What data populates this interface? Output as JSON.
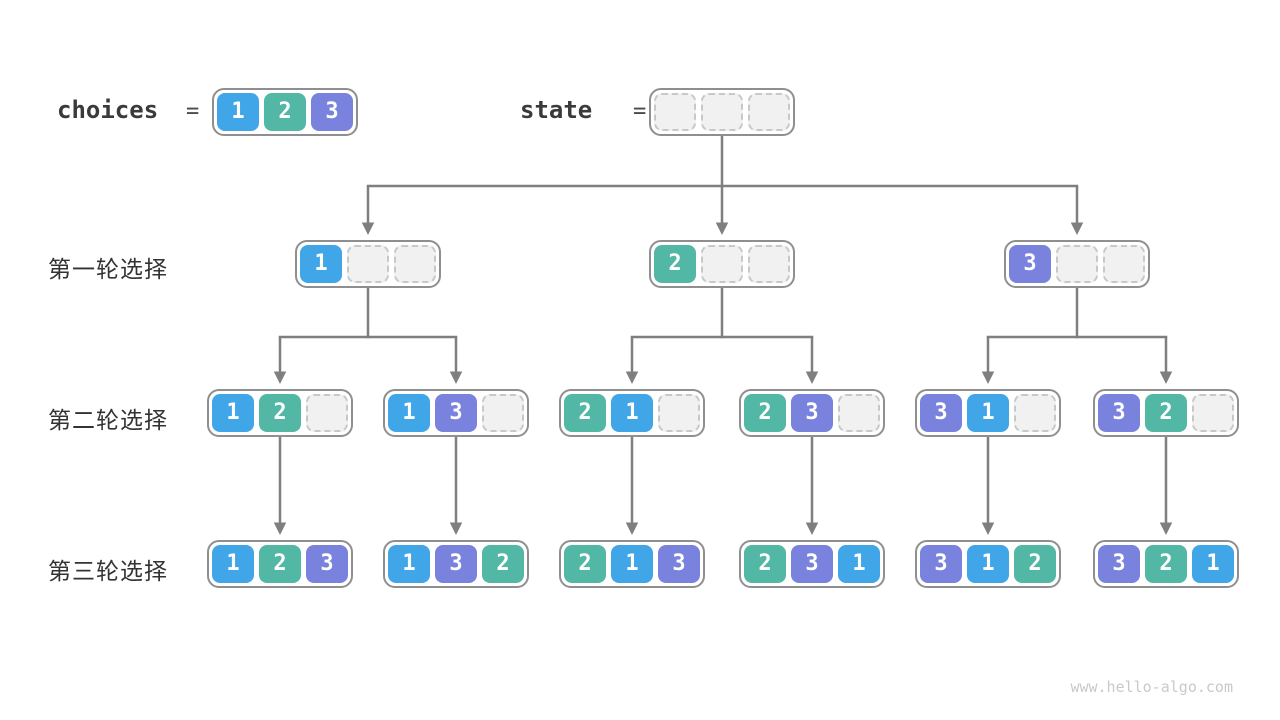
{
  "header": {
    "choices_label": "choices",
    "state_label": "state",
    "equals": "=",
    "choices_cells": [
      "1",
      "2",
      "3"
    ],
    "state_cells": [
      "",
      "",
      ""
    ]
  },
  "row_labels": [
    "第一轮选择",
    "第二轮选择",
    "第三轮选择"
  ],
  "tree": {
    "round1": [
      [
        "1",
        "",
        ""
      ],
      [
        "2",
        "",
        ""
      ],
      [
        "3",
        "",
        ""
      ]
    ],
    "round2": [
      [
        "1",
        "2",
        ""
      ],
      [
        "1",
        "3",
        ""
      ],
      [
        "2",
        "1",
        ""
      ],
      [
        "2",
        "3",
        ""
      ],
      [
        "3",
        "1",
        ""
      ],
      [
        "3",
        "2",
        ""
      ]
    ],
    "round3": [
      [
        "1",
        "2",
        "3"
      ],
      [
        "1",
        "3",
        "2"
      ],
      [
        "2",
        "1",
        "3"
      ],
      [
        "2",
        "3",
        "1"
      ],
      [
        "3",
        "1",
        "2"
      ],
      [
        "3",
        "2",
        "1"
      ]
    ]
  },
  "colors": {
    "1": "#41a6e8",
    "2": "#52b7a5",
    "3": "#7982dc",
    "arrow": "#7f7f7f",
    "node_border": "#8f8f8f",
    "empty_fill": "#f1f1f1",
    "empty_border": "#c8c8c8",
    "text_dark": "#3a3a3a",
    "watermark": "#c9c9c9"
  },
  "watermark": "www.hello-algo.com"
}
